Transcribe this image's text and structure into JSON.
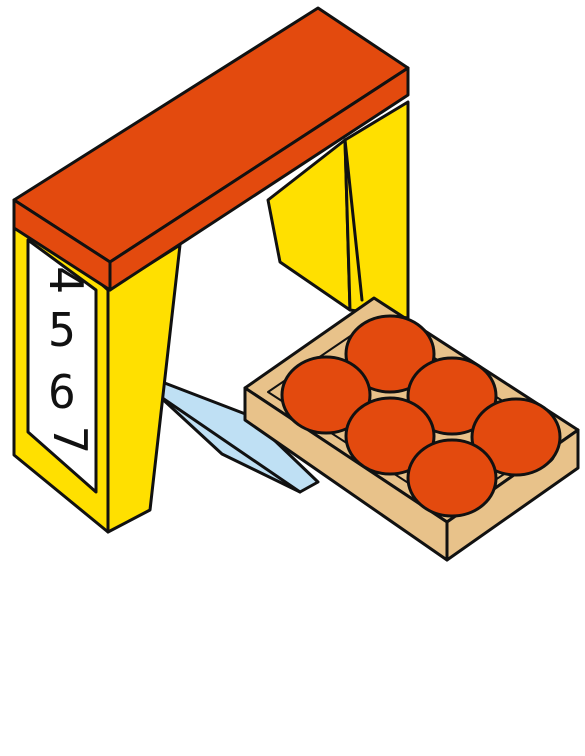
{
  "illustration": {
    "panel_digits": [
      "4",
      "5",
      "6",
      "7"
    ],
    "colors": {
      "beam_red": "#E34A0E",
      "pillar_yellow": "#FFE000",
      "panel_white": "#FFFFFF",
      "belt_blue": "#BFE0F4",
      "tray_tan": "#E8C28A",
      "item_red": "#E34A0E",
      "item_pink": "#F6C6CC",
      "outline": "#111111"
    }
  }
}
